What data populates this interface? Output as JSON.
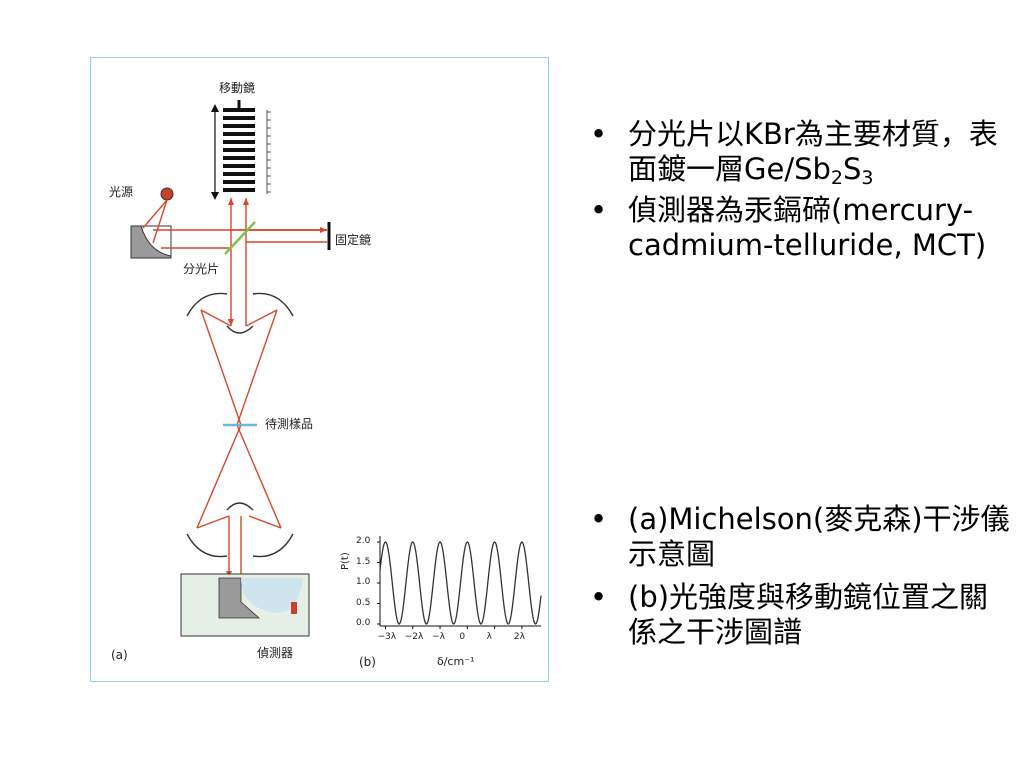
{
  "figure": {
    "labels": {
      "moving_mirror": "移動鏡",
      "light_source": "光源",
      "fixed_mirror": "固定鏡",
      "beam_splitter": "分光片",
      "sample": "待測樣品",
      "detector": "偵測器",
      "panel_a": "(a)",
      "panel_b": "(b)"
    },
    "colors": {
      "beam": "#d9472b",
      "frame": "#8fd3e6",
      "splitter": "#7cc24a",
      "sample": "#6cb6dc",
      "detector_box": "#e6efe6"
    }
  },
  "chart_data": {
    "type": "line",
    "title": "",
    "ylabel": "P(t)",
    "xlabel": "δ/cm⁻¹",
    "yticks": [
      "2.0",
      "1.5",
      "1.0",
      "0.5",
      "0.0"
    ],
    "ylim": [
      0,
      2
    ],
    "xticks": [
      "−3λ",
      "−2λ",
      "−λ",
      "0",
      "λ",
      "2λ"
    ],
    "xlim": [
      -3.2,
      2.7
    ],
    "function": "1 + cos(2π·δ/λ)",
    "grid": false
  },
  "bullets_top": [
    {
      "text_a": "分光片以KBr為主要材質，表面鍍一層Ge/Sb",
      "sub1": "2",
      "text_b": "S",
      "sub2": "3"
    },
    {
      "text": "偵測器為汞鎘碲(mercury-cadmium-telluride, MCT)"
    }
  ],
  "bullets_bottom": [
    {
      "text": "(a)Michelson(麥克森)干涉儀示意圖"
    },
    {
      "text": "(b)光強度與移動鏡位置之關係之干涉圖譜"
    }
  ],
  "bullet_symbol": "•"
}
